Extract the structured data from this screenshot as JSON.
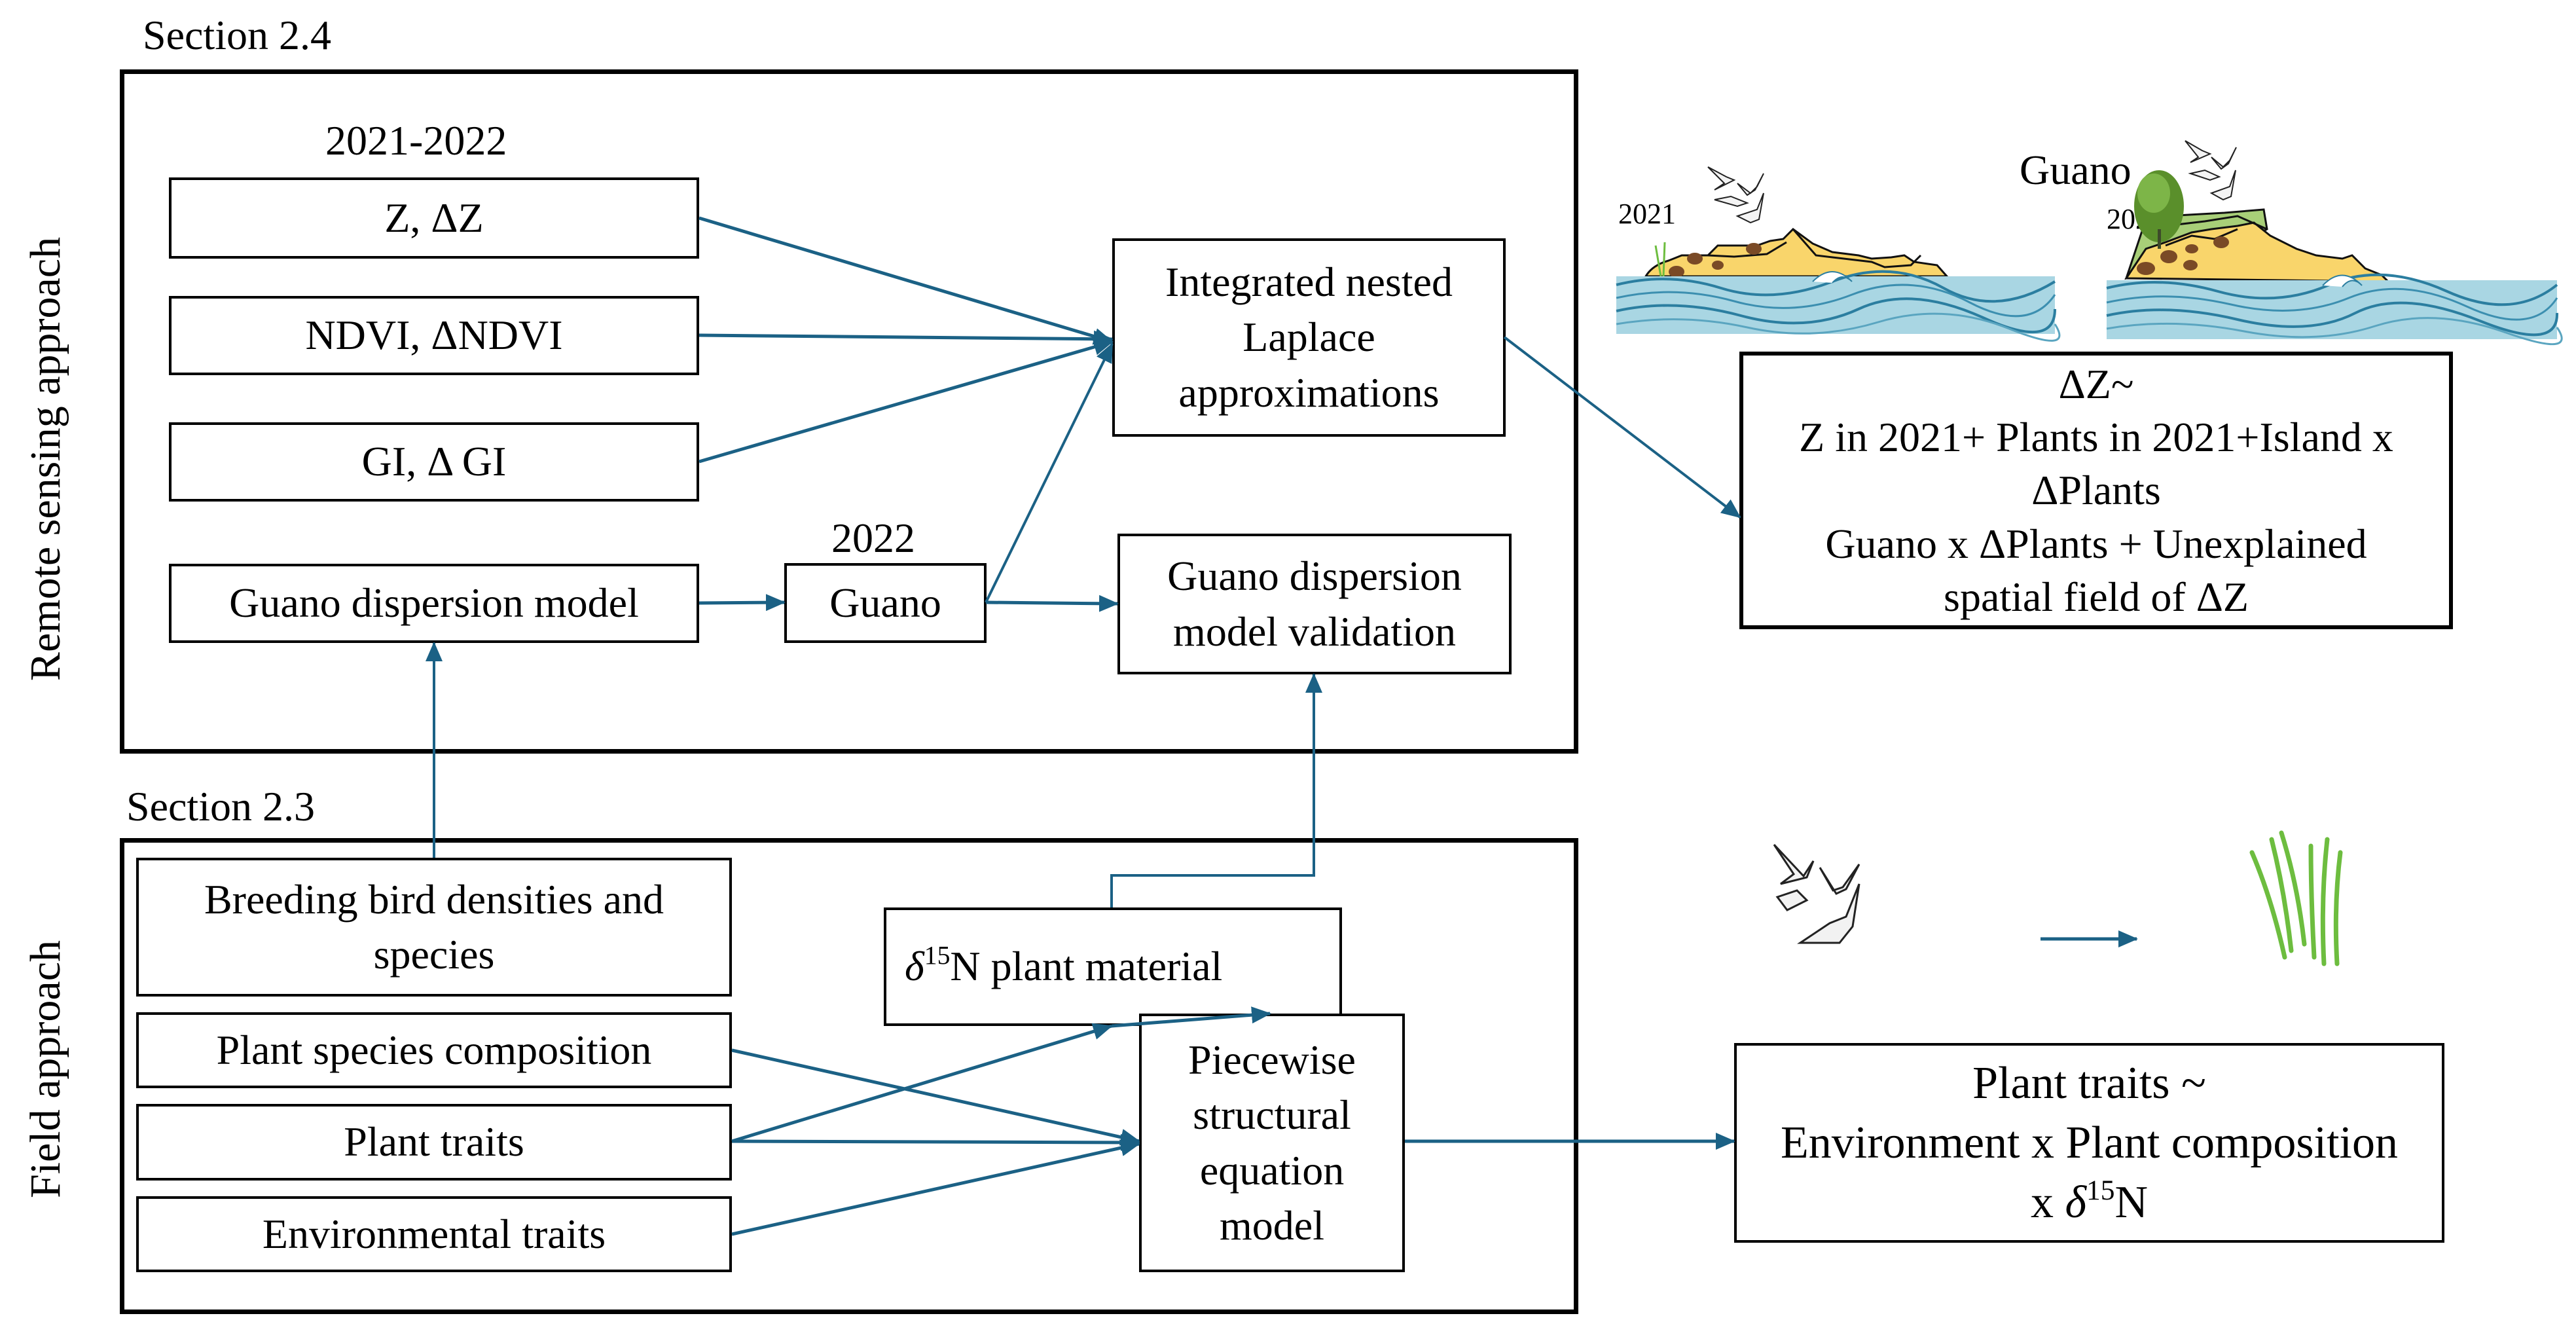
{
  "colors": {
    "arrow": "#1b6185",
    "box_border": "#000000",
    "sand": "#f9d56b",
    "sand_green": "#a8cf78",
    "wave_light": "#8ec8d8",
    "wave_dark": "#2b7ea0",
    "grass": "#6dbd3f",
    "tree": "#5a8f2b",
    "nest": "#7a4a26"
  },
  "side_labels": {
    "remote": "Remote sensing approach",
    "field": "Field approach"
  },
  "sections": {
    "remote": "Section 2.4",
    "field": "Section 2.3"
  },
  "remote": {
    "period_label": "2021-2022",
    "inputs": [
      {
        "id": "z",
        "text": "Z, ΔZ"
      },
      {
        "id": "ndvi",
        "text": "NDVI, ΔNDVI"
      },
      {
        "id": "gi",
        "text": "GI, Δ GI"
      },
      {
        "id": "guano_model",
        "text": "Guano dispersion model"
      }
    ],
    "guano_year": "2022",
    "guano": "Guano",
    "inla": "Integrated nested Laplace approximations",
    "validation": "Guano dispersion model validation"
  },
  "field": {
    "inputs": [
      {
        "id": "breeding",
        "text": "Breeding bird densities and species"
      },
      {
        "id": "plant_species",
        "text": "Plant species composition"
      },
      {
        "id": "plant_traits",
        "text": "Plant traits"
      },
      {
        "id": "environmental",
        "text": "Environmental traits"
      }
    ],
    "d15n": {
      "symbol": "δ",
      "superscript": "15",
      "text": "N plant material"
    },
    "sem": "Piecewise structural equation model"
  },
  "illustrations": {
    "guano_label": "Guano",
    "year_2021": "2021",
    "year_2022": "2022",
    "birds_icon": "seagulls-icon",
    "island_icon": "island-icon",
    "grass_icon": "grass-icon"
  },
  "results": {
    "remote_model": {
      "lines": [
        "ΔZ~",
        "Z in 2021+ Plants in 2021+Island x",
        "ΔPlants",
        "Guano x ΔPlants + Unexplained",
        "spatial field of ΔZ"
      ]
    },
    "field_model": {
      "line1": "Plant traits ~",
      "line2": "Environment x Plant composition",
      "line3_prefix": "x ",
      "line3_symbol": "δ",
      "line3_sup": "15",
      "line3_suffix": "N"
    }
  }
}
